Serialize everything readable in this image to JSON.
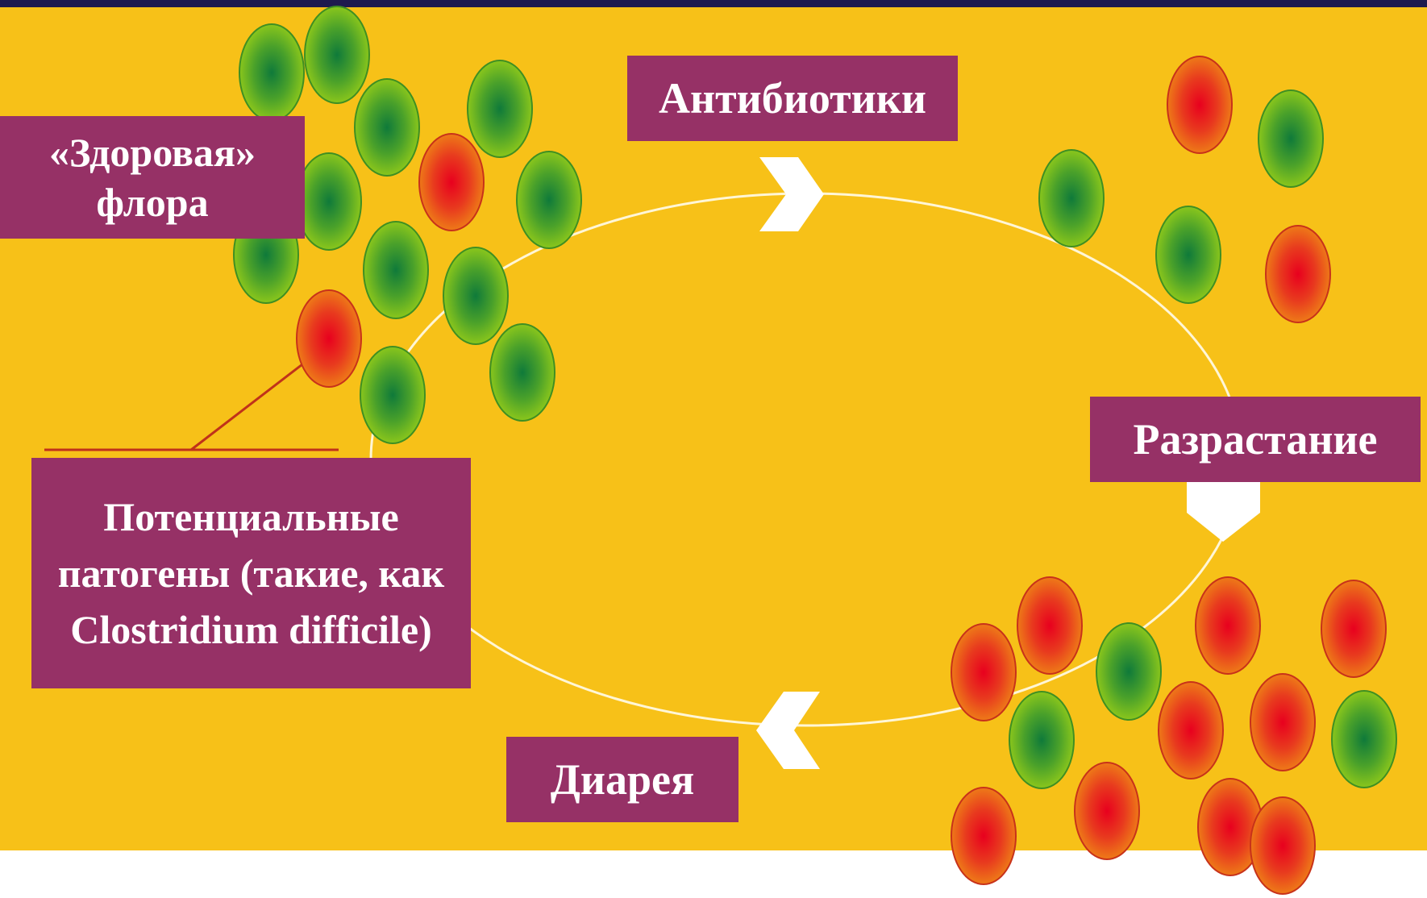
{
  "labels": {
    "healthy_flora": "«Здоровая» флора",
    "antibiotics": "Антибиотики",
    "overgrowth": "Разрастание",
    "pathogens": "Потенциальные патогены (такие, как Clostridium difficile)",
    "diarrhea": "Диарея"
  },
  "colors": {
    "background": "#f7c118",
    "top_bar": "#1e1a4e",
    "label_box": "#963166",
    "label_text": "#ffffff",
    "cycle_line": "#fff6d6",
    "arrow": "#ffffff",
    "pointer_line": "#c0321a",
    "healthy_cell_center": "#0f7a3a",
    "healthy_cell_edge": "#8ac61c",
    "pathogen_cell_center": "#e8001e",
    "pathogen_cell_edge": "#ee7a18"
  }
}
